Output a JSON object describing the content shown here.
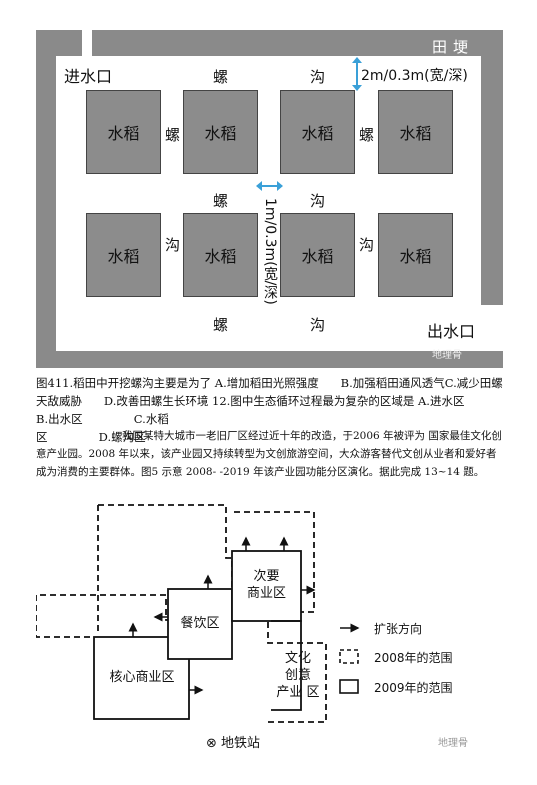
{
  "figure1": {
    "bank_label": "田埂",
    "inlet_label": "进水口",
    "outlet_label": "出水口",
    "plot_label": "水稻",
    "ditch_chars": [
      "螺",
      "沟",
      "螺",
      "螺",
      "螺",
      "沟",
      "沟",
      "沟",
      "螺",
      "沟"
    ],
    "dim_outer": "2m/0.3m(宽/深)",
    "dim_inner": "1m/0.3m(宽/深)",
    "watermark": "地理骨"
  },
  "question_block_1": "图411.稻田中开挖螺沟主要是为了 A.增加稻田光照强度      B.加强稻田通风透气C.减少田螺天敌威胁      D.改善田螺生长环境 12.图中生态循环过程最为复杂的区域是 A.进水区             B.出水区              C.水稻\n区              D.螺沟区",
  "question_block_2": "我国某特大城市一老旧厂区经过近十年的改造，于2006 年被评为 国家最佳文化创意产业园。2008 年以来，该产业园又持续转型为文创旅游空间，大众游客替代文创从业者和爱好者成为消费的主要群体。图5 示意 2008- -2019 年该产业园功能分区演化。据此完成 13~14 题。",
  "figure2": {
    "zones": {
      "core": "核心商业区",
      "food": "餐饮区",
      "secondary_1": "次要",
      "secondary_2": "商业区",
      "culture_1": "文化",
      "culture_2": "创意",
      "culture_3": "产业 区"
    },
    "legend": {
      "arrow": "扩张方向",
      "dashed": "2008年的范围",
      "solid": "2009年的范围"
    },
    "subway": "⊗ 地铁站",
    "watermark": "地理骨"
  }
}
